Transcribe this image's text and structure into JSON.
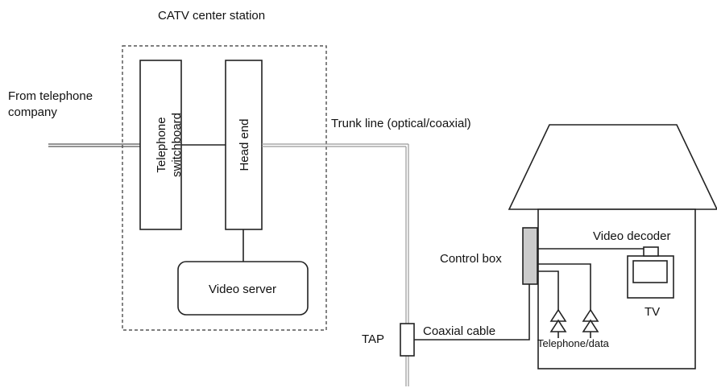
{
  "labels": {
    "station": "CATV center station",
    "from_phone_line1": "From telephone",
    "from_phone_line2": "company",
    "trunk_line": "Trunk line (optical/coaxial)",
    "switchboard_line1": "Telephone",
    "switchboard_line2": "switchboard",
    "head_end": "Head end",
    "video_server": "Video server",
    "control_box": "Control box",
    "video_decoder": "Video decoder",
    "tv": "TV",
    "tap": "TAP",
    "coaxial_cable": "Coaxial cable",
    "telephone_data": "Telephone/data"
  },
  "colors": {
    "line": "#222222",
    "trunk_line": "#999999",
    "control_box_fill": "#cccccc",
    "background": "#ffffff"
  }
}
